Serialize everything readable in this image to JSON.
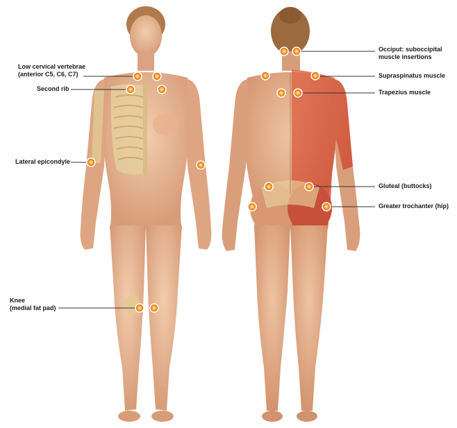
{
  "colors": {
    "skin": "#e8b896",
    "skin_shadow": "#c98f6c",
    "hair": "#a8764a",
    "muscle": "#d9553c",
    "bone": "#e9d6a8",
    "tender_point": "#f08a1e",
    "leader_line": "#333333"
  },
  "icons": {
    "tender_point": "tender-point-icon"
  },
  "labels": {
    "low_cervical_line1": "Low cervical vertebrae",
    "low_cervical_line2": "(anterior C5, C6, C7)",
    "second_rib": "Second rib",
    "lateral_epicondyle": "Lateral epicondyle",
    "knee_line1": "Knee",
    "knee_line2": "(medial fat pad)",
    "occiput_line1": "Occiput: suboccipital",
    "occiput_line2": "muscle insertions",
    "supraspinatus": "Supraspinatus muscle",
    "trapezius": "Trapezius muscle",
    "gluteal": "Gluteal (buttocks)",
    "greater_trochanter": "Greater trochanter (hip)"
  }
}
